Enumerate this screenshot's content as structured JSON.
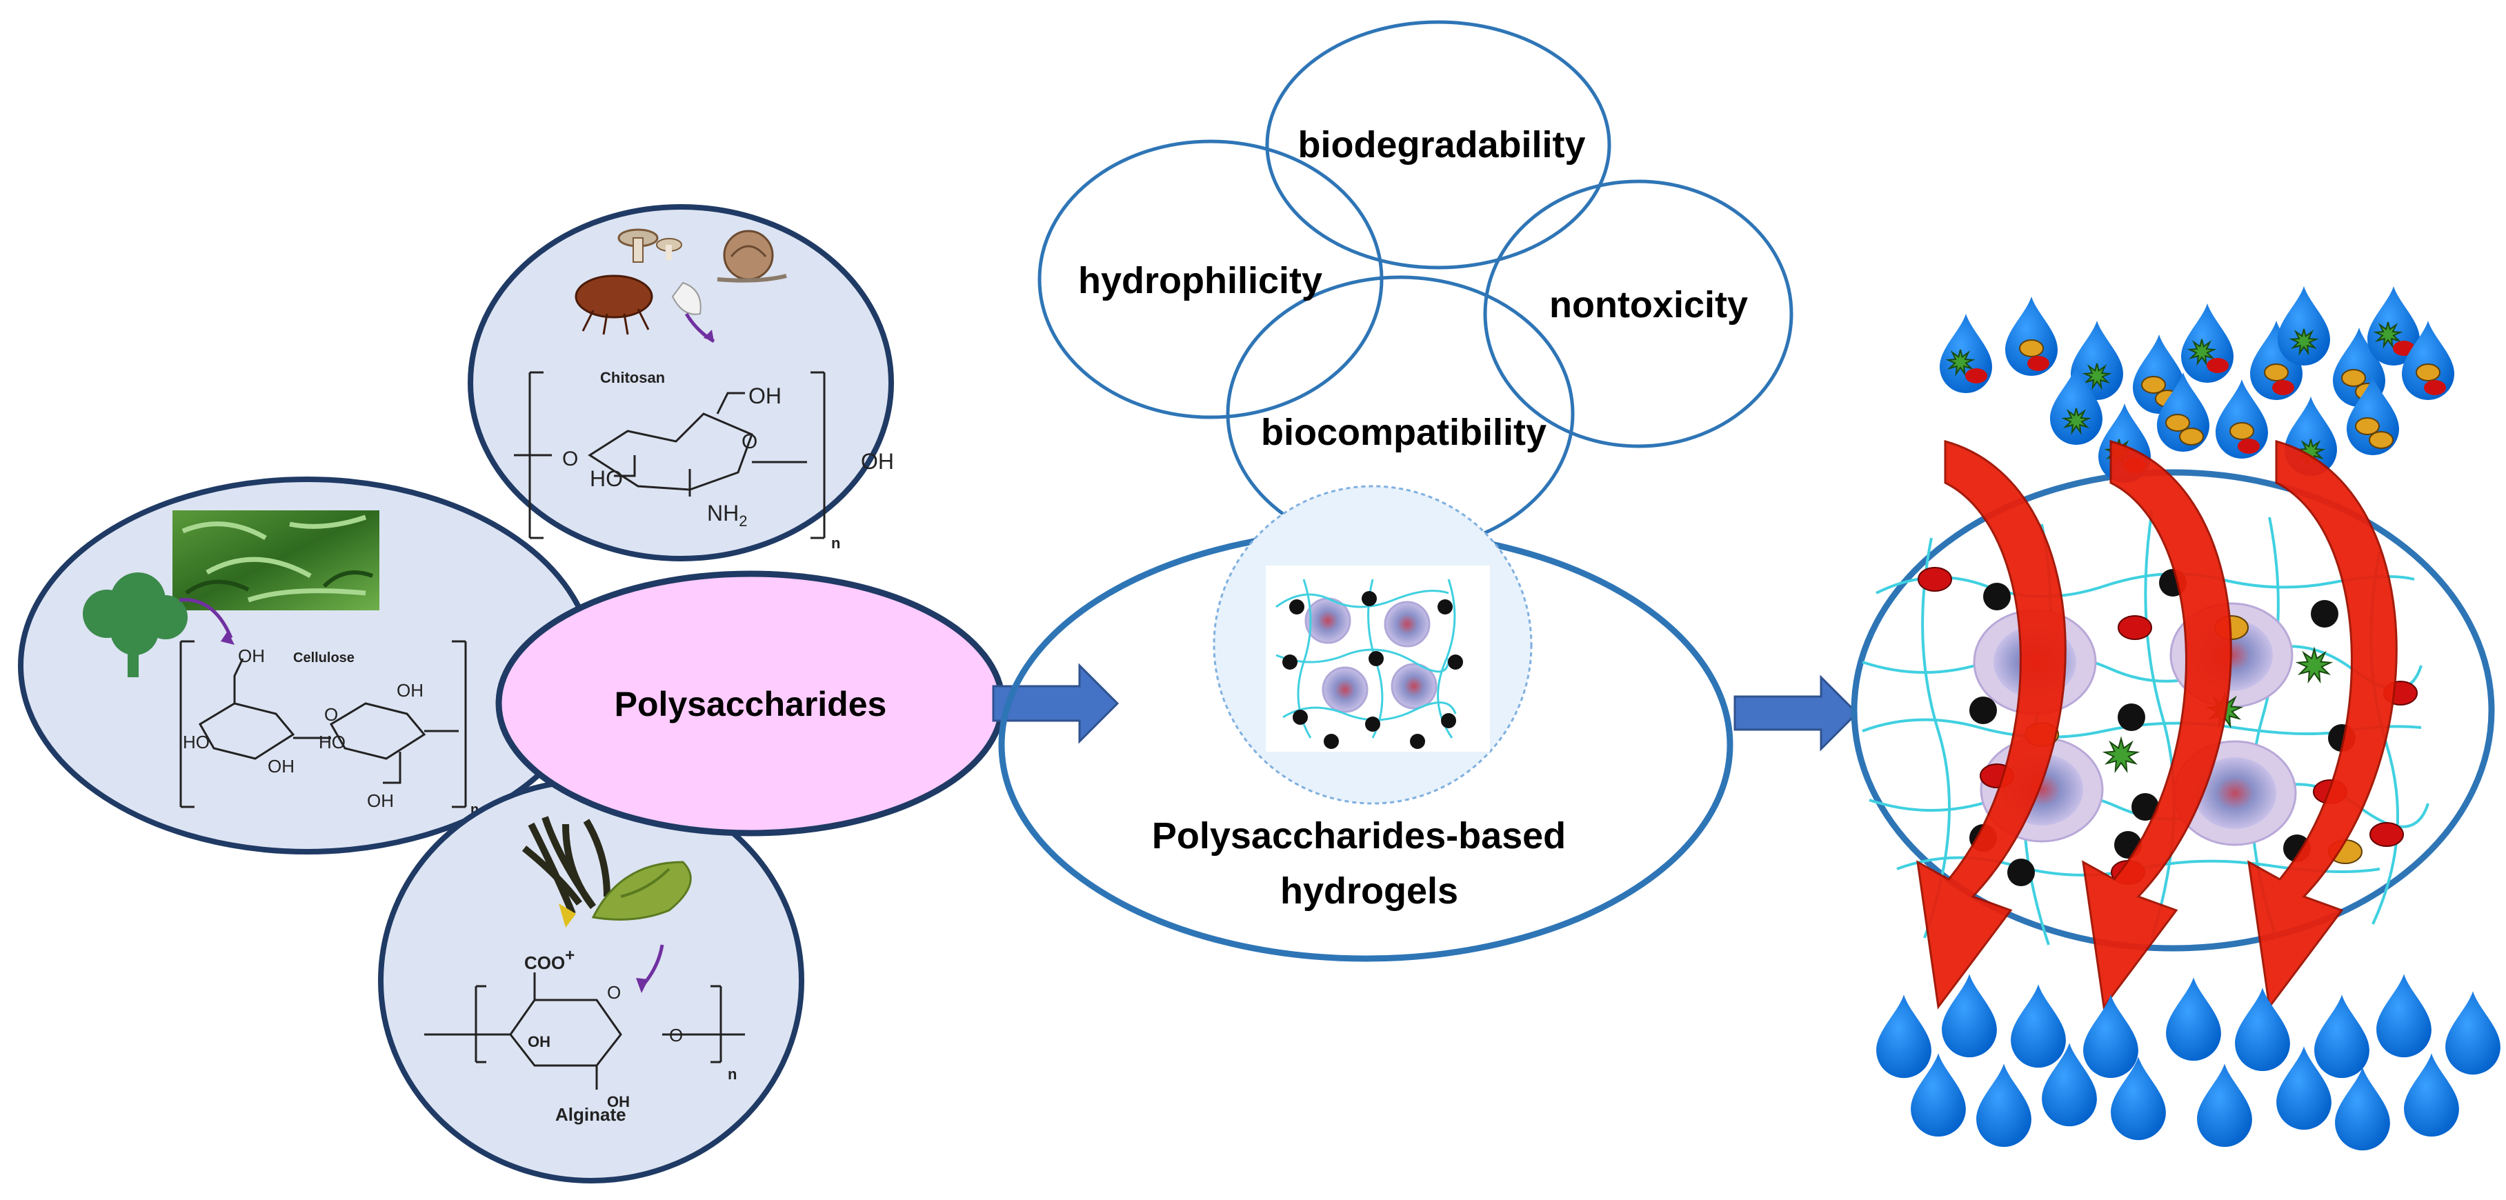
{
  "diagram": {
    "center_label": "Polysaccharides",
    "sources": {
      "chitosan": {
        "label": "Chitosan",
        "oh_top": "OH",
        "oh_right": "OH",
        "ho_left": "HO",
        "nh2": "NH",
        "nh2_sub": "2",
        "n": "n",
        "o_ring": "O",
        "o_left": "O"
      },
      "cellulose": {
        "label": "Cellulose",
        "oh_top": "OH",
        "oh_a": "OH",
        "oh_b": "OH",
        "oh_bottom": "OH",
        "ho_a": "HO",
        "ho_b": "HO",
        "o_mid": "O",
        "n": "n"
      },
      "alginate": {
        "label": "Alginate",
        "coo": "COO",
        "coo_sup": "+",
        "oh_a": "OH",
        "oh_b": "OH",
        "o_ring": "O",
        "o_right": "O",
        "n": "n"
      }
    },
    "properties": [
      "biodegradability",
      "hydrophilicity",
      "nontoxicity",
      "biocompatibility"
    ],
    "hydrogel_label_line1": "Polysaccharides-based",
    "hydrogel_label_line2": "hydrogels"
  },
  "colors": {
    "source_fill": "#dce3f2",
    "source_stroke": "#1f3a64",
    "center_fill": "#ffccff",
    "ring_stroke": "#2e75b6",
    "arrow_blue": "#4472c4",
    "drop_blue": "#0070e0",
    "curved_arrow_red": "#e8200c",
    "hydrogel_lines": "#40d0e0"
  }
}
